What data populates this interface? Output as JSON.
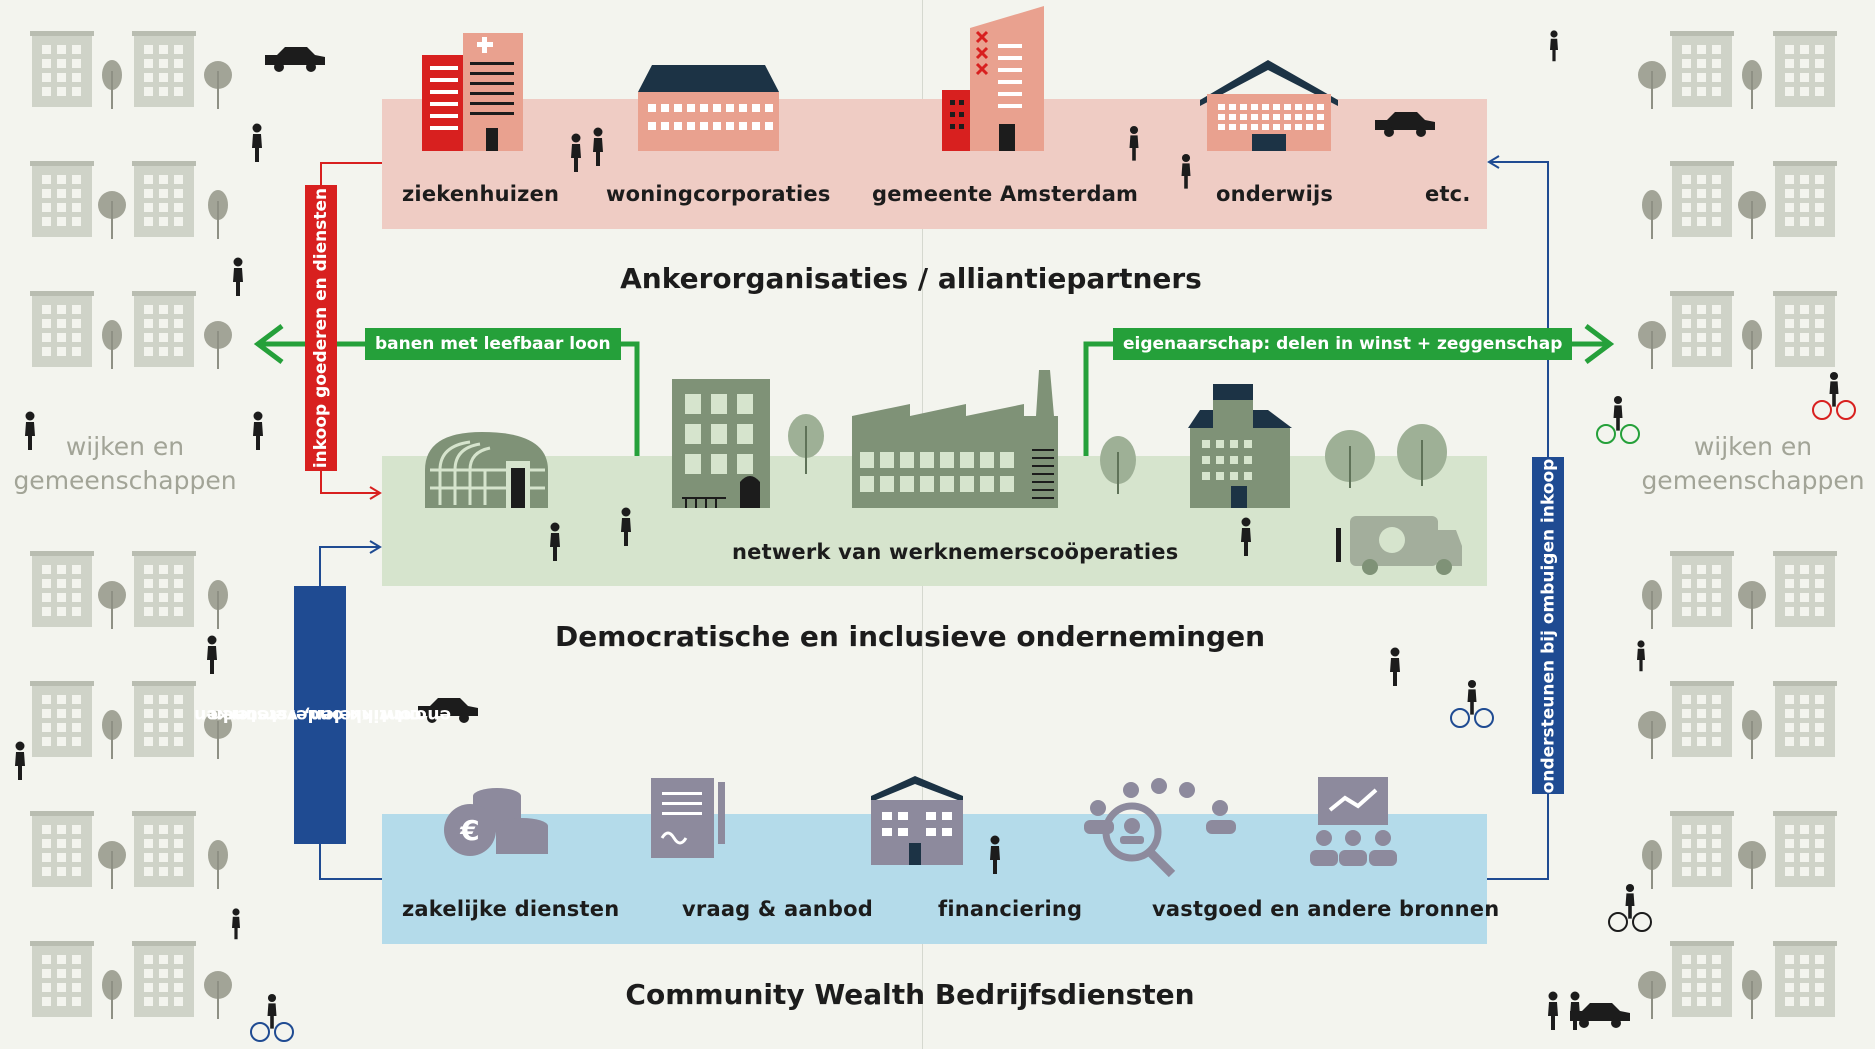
{
  "anchor_items": [
    "ziekenhuizen",
    "woningcorporaties",
    "gemeente Amsterdam",
    "onderwijs",
    "etc."
  ],
  "anchor_heading": "Ankerorganisaties / alliantiepartners",
  "enterprise_label": "netwerk van werknemerscoöperaties",
  "enterprise_heading": "Democratische en inclusieve ondernemingen",
  "service_items": [
    "zakelijke diensten",
    "vraag & aanbod",
    "financiering",
    "vastgoed en andere bronnen"
  ],
  "service_heading": "Community Wealth Bedrijfsdiensten",
  "flows": {
    "purchasing": "inkoop goederen en diensten",
    "living_wage_jobs": "banen met leefbaar loon",
    "ownership": "eigenaarschap: delen in winst + zeggenschap",
    "develop_line1": "ontwikkelen, versterken",
    "develop_line2": "en continu ondersteunen",
    "redirect_purchasing": "ondersteunen bij ombuigen inkoop"
  },
  "side_labels": {
    "left": {
      "line1": "wijken en",
      "line2": "gemeenschappen"
    },
    "right": {
      "line1": "wijken en",
      "line2": "gemeenschappen"
    }
  },
  "colors": {
    "background": "#f3f4ee",
    "anchor_band": "#efccc4",
    "enterprise_band": "#d6e4cd",
    "service_band": "#b4dbea",
    "red": "#d8201f",
    "green": "#25a03a",
    "navy": "#1f4b92",
    "salmon_building": "#e9a18f",
    "green_building": "#7f9277",
    "service_icon": "#8d8a9d",
    "neighbourhood_building": "#cfd3c8"
  }
}
